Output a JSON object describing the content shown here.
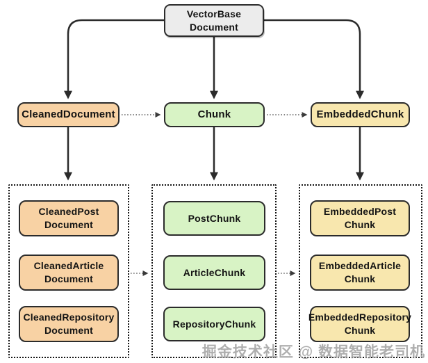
{
  "colors": {
    "background": "#ffffff",
    "root_fill": "#ececec",
    "orange_fill": "#f8d2a4",
    "green_fill": "#d8f3c5",
    "yellow_fill": "#f8e7ae",
    "border": "#2b2b2b",
    "arrow": "#2b2b2b",
    "group_border": "#151515",
    "watermark": "#9a9a9a"
  },
  "nodes": {
    "root": {
      "line1": "VectorBase",
      "line2": "Document"
    },
    "cleaned_document": {
      "label": "CleanedDocument"
    },
    "chunk": {
      "label": "Chunk"
    },
    "embedded_chunk": {
      "label": "EmbeddedChunk"
    }
  },
  "groups": {
    "cleaned": {
      "items": [
        {
          "line1": "CleanedPost",
          "line2": "Document"
        },
        {
          "line1": "CleanedArticle",
          "line2": "Document"
        },
        {
          "line1": "CleanedRepository",
          "line2": "Document"
        }
      ]
    },
    "chunks": {
      "items": [
        {
          "line1": "PostChunk"
        },
        {
          "line1": "ArticleChunk"
        },
        {
          "line1": "RepositoryChunk"
        }
      ]
    },
    "embedded": {
      "items": [
        {
          "line1": "EmbeddedPost",
          "line2": "Chunk"
        },
        {
          "line1": "EmbeddedArticle",
          "line2": "Chunk"
        },
        {
          "line1": "EmbeddedRepository",
          "line2": "Chunk"
        }
      ]
    }
  },
  "watermark": "掘金技术社区 @ 数据智能老司机"
}
